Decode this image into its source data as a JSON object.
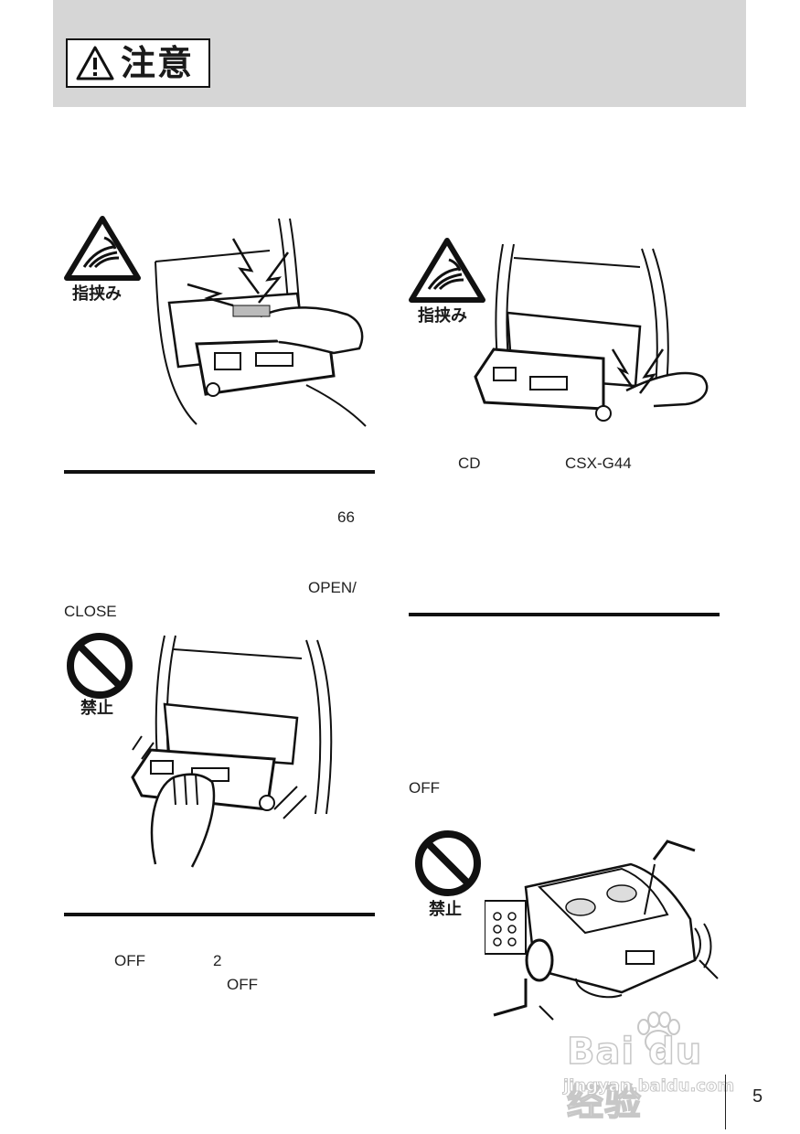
{
  "header": {
    "caution_title": "注意",
    "warning_icon": "warning-triangle-icon"
  },
  "symbols": {
    "pinch_label": "指挟み",
    "prohibit_label": "禁止"
  },
  "left_column": {
    "page_ref": "66",
    "open_close_1": "OPEN/",
    "open_close_2": "CLOSE",
    "off_1": "OFF",
    "count": "2",
    "off_2": "OFF"
  },
  "right_column": {
    "cd_label": "CD",
    "model": "CSX-G44",
    "off": "OFF"
  },
  "watermark": {
    "brand": "Bai du 经验",
    "url": "jingyan.baidu.com"
  },
  "footer": {
    "page_number": "5"
  }
}
